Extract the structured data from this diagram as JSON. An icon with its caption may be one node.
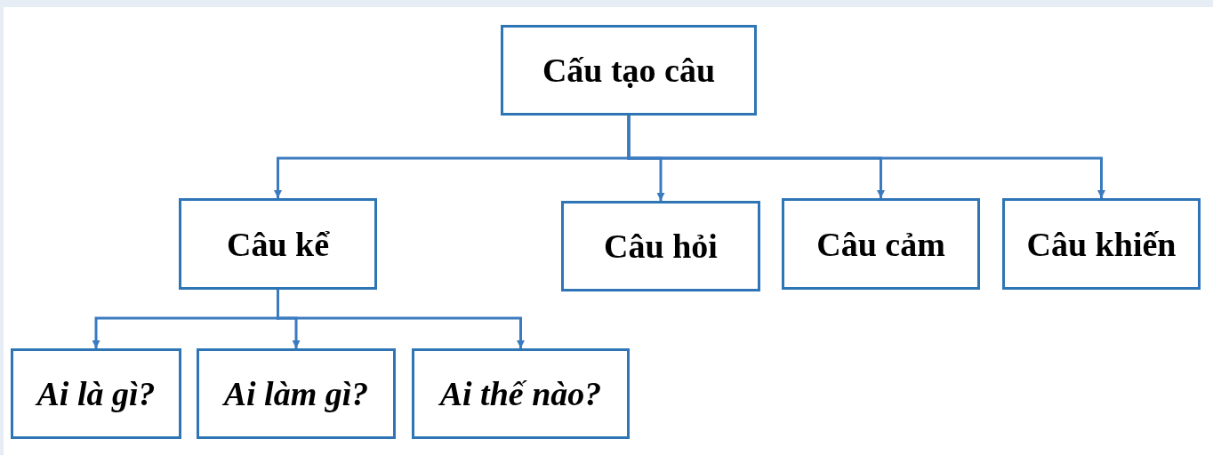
{
  "diagram": {
    "nodes": [
      {
        "text": [
          "Cấu tạo câu"
        ]
      },
      {
        "text": [
          "Câu kể"
        ]
      },
      {
        "text": [
          "Câu hỏi"
        ]
      },
      {
        "text": [
          "Câu cảm"
        ]
      },
      {
        "text": [
          "Câu khiến"
        ]
      },
      {
        "text": [
          "Ai là gì?"
        ]
      },
      {
        "text": [
          "Ai làm gì?"
        ]
      },
      {
        "text": [
          "Ai thế nào?"
        ]
      }
    ],
    "edges": [
      {
        "from": 0,
        "to": 1,
        "arrow": "to"
      },
      {
        "from": 0,
        "to": 2,
        "arrow": "to"
      },
      {
        "from": 0,
        "to": 3,
        "arrow": "to"
      },
      {
        "from": 0,
        "to": 4,
        "arrow": "to"
      },
      {
        "from": 1,
        "to": 5,
        "arrow": "to"
      },
      {
        "from": 1,
        "to": 6,
        "arrow": "to"
      },
      {
        "from": 1,
        "to": 7,
        "arrow": "to"
      }
    ]
  }
}
